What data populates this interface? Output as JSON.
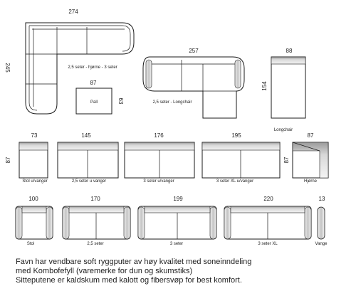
{
  "diagram": {
    "top": {
      "corner": {
        "width": "274",
        "height": "245",
        "label": "2,5 seter - hjørne - 3 seter"
      },
      "pall": {
        "width": "87",
        "depth": "63",
        "label": "Pall"
      },
      "longchair": {
        "width": "257",
        "label": "2,5 seter - Longchair"
      },
      "chaise": {
        "width": "88",
        "depth": "154",
        "label": "Longchair"
      }
    },
    "middle": {
      "height": "87",
      "items": [
        {
          "width": "73",
          "label": "Stol u/vanger"
        },
        {
          "width": "145",
          "label": "2,5 seter u vanger"
        },
        {
          "width": "176",
          "label": "3 seter u/vanger"
        },
        {
          "width": "195",
          "label": "3 seter XL u/vanger"
        },
        {
          "width": "87",
          "label": "Hjørne"
        }
      ]
    },
    "bottom": {
      "items": [
        {
          "width": "100",
          "label": "Stol"
        },
        {
          "width": "170",
          "label": "2,5 seter"
        },
        {
          "width": "199",
          "label": "3 seter"
        },
        {
          "width": "220",
          "label": "3 seter XL"
        },
        {
          "width": "13",
          "label": "Vange"
        }
      ]
    }
  },
  "description": [
    "Favn har vendbare soft ryggputer av høy kvalitet med soneinndeling",
    "med Kombofefyll (varemerke for dun og skumstiks)",
    "Sitteputene er kaldskum med kalott og fibersvøp for best komfort."
  ]
}
